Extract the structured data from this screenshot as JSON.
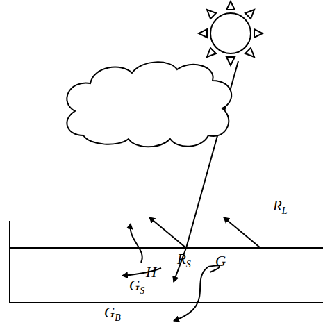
{
  "diagram": {
    "labels": [
      "RL",
      "H",
      "RS",
      "GS",
      "G",
      "GB"
    ]
  }
}
